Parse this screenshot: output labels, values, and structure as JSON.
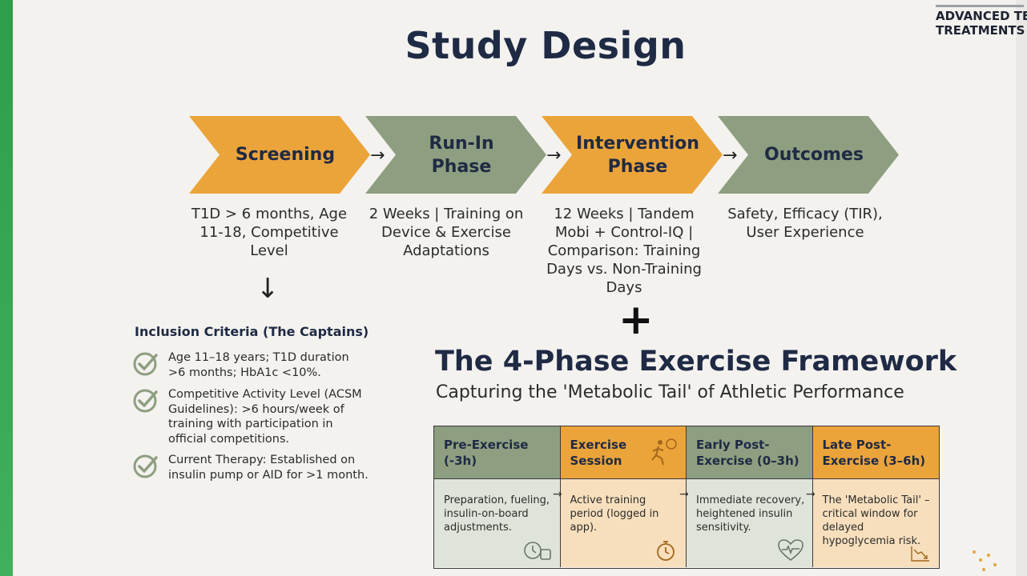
{
  "header": {
    "logo_line1": "ADVANCED TEC",
    "logo_line2": "TREATMENTS F",
    "title": "Study Design"
  },
  "flow": {
    "steps": [
      {
        "label": "Screening",
        "color": "#eba43a",
        "desc": "T1D > 6 months, Age 11-18, Competitive Level"
      },
      {
        "label": "Run-In Phase",
        "color": "#8e9e80",
        "desc": "2 Weeks | Training on Device & Exercise Adaptations"
      },
      {
        "label": "Intervention Phase",
        "color": "#eba43a",
        "desc": "12 Weeks | Tandem Mobi + Control-IQ | Comparison: Training Days vs. Non-Training Days"
      },
      {
        "label": "Outcomes",
        "color": "#8e9e80",
        "desc": "Safety, Efficacy (TIR), User Experience"
      }
    ],
    "arrow_glyph": "→",
    "down_glyph": "↓"
  },
  "inclusion": {
    "title": "Inclusion Criteria (The Captains)",
    "items": [
      "Age 11–18 years; T1D duration >6 months; HbA1c <10%.",
      "Competitive Activity Level (ACSM Guidelines): >6 hours/week of training with participation in official competitions.",
      "Current Therapy: Established on insulin pump or AID for >1 month."
    ],
    "icon": "check-circle-icon"
  },
  "plus": "+",
  "framework": {
    "title": "The 4-Phase Exercise Framework",
    "subtitle": "Capturing the 'Metabolic Tail' of Athletic Performance",
    "phases": [
      {
        "header": "Pre-Exercise (-3h)",
        "body": "Preparation, fueling, insulin-on-board adjustments.",
        "head_color": "#8e9e80",
        "body_color": "#dfe4da",
        "icon": "clock-food-icon"
      },
      {
        "header": "Exercise Session",
        "body": "Active training period (logged in app).",
        "head_color": "#eba43a",
        "body_color": "#f7dfbd",
        "icon": "stopwatch-icon"
      },
      {
        "header": "Early Post-Exercise (0–3h)",
        "body": "Immediate recovery, heightened insulin sensitivity.",
        "head_color": "#8e9e80",
        "body_color": "#dfe4da",
        "icon": "heart-rate-icon"
      },
      {
        "header": "Late Post-Exercise (3–6h)",
        "body": "The 'Metabolic Tail' – critical window for delayed hypoglycemia risk.",
        "head_color": "#eba43a",
        "body_color": "#f7dfbd",
        "icon": "trend-down-icon"
      }
    ]
  }
}
